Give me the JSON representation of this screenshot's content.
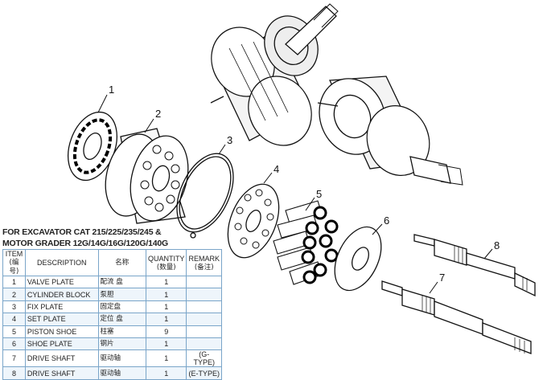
{
  "callouts": [
    "1",
    "2",
    "3",
    "4",
    "5",
    "6",
    "7",
    "8"
  ],
  "heading": {
    "line1": "FOR EXCAVATOR CAT 215/225/235/245 &",
    "line2": "MOTOR GRADER 12G/14G/16G/120G/140G"
  },
  "table": {
    "headers": {
      "item_en": "ITEM",
      "item_cn": "(编号)",
      "description": "DESCRIPTION",
      "name_cn": "名称",
      "quantity_en": "QUANTITY",
      "quantity_cn": "(数量)",
      "remark_en": "REMARK",
      "remark_cn": "(备注)"
    },
    "rows": [
      {
        "item": "1",
        "description": "VALVE  PLATE",
        "cn": "配流 盘",
        "qty": "1",
        "remark": ""
      },
      {
        "item": "2",
        "description": "CYLINDER BLOCK",
        "cn": "泵胆",
        "qty": "1",
        "remark": ""
      },
      {
        "item": "3",
        "description": "FIX PLATE",
        "cn": "固定盘",
        "qty": "1",
        "remark": ""
      },
      {
        "item": "4",
        "description": "SET PLATE",
        "cn": "定位 盘",
        "qty": "1",
        "remark": ""
      },
      {
        "item": "5",
        "description": "PISTON  SHOE",
        "cn": "柱塞",
        "qty": "9",
        "remark": ""
      },
      {
        "item": "6",
        "description": "SHOE  PLATE",
        "cn": "钢片",
        "qty": "1",
        "remark": ""
      },
      {
        "item": "7",
        "description": "DRIVE  SHAFT",
        "cn": "驱动轴",
        "qty": "1",
        "remark": "(G-TYPE)"
      },
      {
        "item": "8",
        "description": "DRIVE  SHAFT",
        "cn": "驱动轴",
        "qty": "1",
        "remark": "(E-TYPE)"
      }
    ]
  }
}
